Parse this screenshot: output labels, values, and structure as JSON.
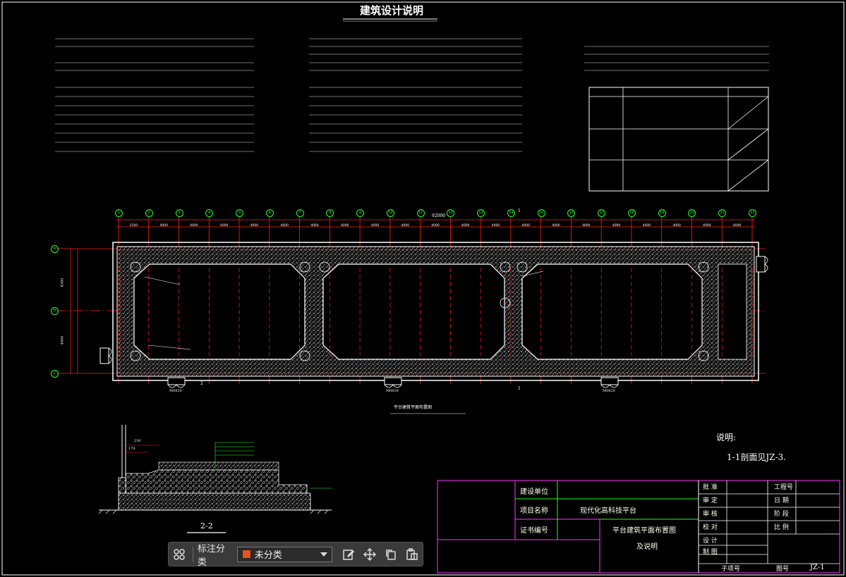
{
  "drawing": {
    "title": "建筑设计说明",
    "plan_caption": "平台建筑平面布置图",
    "section_label": "2-2",
    "note_heading": "说明:",
    "note_text": "1-1剖面见JZ-3.",
    "overall_dim": "92000",
    "grid_rows": [
      "A",
      "B",
      "C"
    ],
    "grid_cols": [
      "1",
      "2",
      "3",
      "4",
      "5",
      "6",
      "7",
      "8",
      "9",
      "10",
      "11",
      "12",
      "13",
      "14",
      "15",
      "16",
      "17",
      "18",
      "19",
      "20",
      "21",
      "22"
    ],
    "bay_dims": [
      "2100",
      "4000",
      "4000",
      "4000",
      "4000",
      "4000",
      "4000",
      "4000",
      "4000",
      "4000",
      "4000",
      "4000",
      "4000",
      "4000",
      "4000",
      "4000",
      "4000",
      "4000",
      "4000",
      "4000",
      "4000"
    ],
    "side_dims": [
      "8300",
      "4000"
    ],
    "door_tags": [
      "M0820",
      "M0820",
      "M0820"
    ],
    "section_marks": [
      "2",
      "1",
      "1"
    ],
    "section_dims": [
      "230",
      "170"
    ]
  },
  "title_block": {
    "left_labels": [
      "建设单位",
      "项目名称",
      "证书编号"
    ],
    "project_name": "现代化高科技平台",
    "drawing_name_1": "平台建筑平面布置图",
    "drawing_name_2": "及说明",
    "role_labels": [
      "批 准",
      "审 定",
      "审 核",
      "校 对",
      "设 计",
      "制 图"
    ],
    "right_labels": [
      "工程号",
      "日 期",
      "阶 段",
      "比 例"
    ],
    "bottom_labels": [
      "子项号",
      "图号"
    ],
    "sheet_no": "JZ-1"
  },
  "toolbar": {
    "label": "标注分类",
    "selected": "未分类",
    "swatch_color": "#e8531c",
    "icons": [
      "grid-icon",
      "edit-icon",
      "move-icon",
      "copy-icon",
      "paste-icon"
    ]
  },
  "colors": {
    "line": "#ffffff",
    "cyan": "#33ffff",
    "red": "#ff2020",
    "green": "#20ff20",
    "magenta": "#ff33ff"
  }
}
